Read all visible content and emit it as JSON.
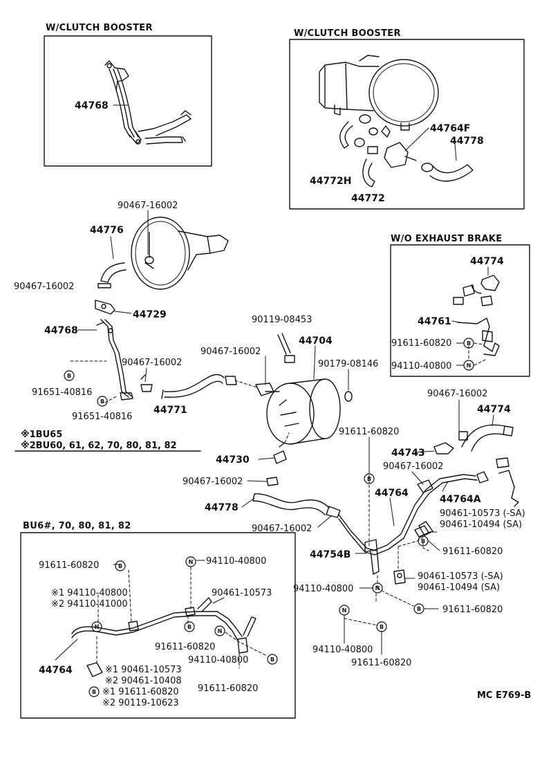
{
  "panels": {
    "tl_title": "W/CLUTCH BOOSTER",
    "tr_title": "W/CLUTCH BOOSTER",
    "wo_title": "W/O EXHAUST BRAKE",
    "bu_title": "BU6#, 70, 80, 81, 82"
  },
  "notes": {
    "n1": "※1BU65",
    "n2": "※2BU60, 61, 62, 70, 80, 81, 82"
  },
  "footer": "MC E769-B",
  "symbols": {
    "b": "B",
    "n": "N"
  },
  "labels": {
    "p44768a": "44768",
    "p44764f": "44764F",
    "p44778a": "44778",
    "p44772h": "44772H",
    "p44772": "44772",
    "p90467a": "90467-16002",
    "p44776": "44776",
    "p90467b": "90467-16002",
    "p44729": "44729",
    "p44768b": "44768",
    "p91651a": "91651-40816",
    "p90467c": "90467-16002",
    "p91651b": "91651-40816",
    "p44771": "44771",
    "p90119a": "90119-08453",
    "p44704": "44704",
    "p90467d": "90467-16002",
    "p90179": "90179-08146",
    "p44774a": "44774",
    "p44761": "44761",
    "p91611a": "91611-60820",
    "p94110a": "94110-40800",
    "p90467e": "90467-16002",
    "p44774b": "44774",
    "p91611b": "91611-60820",
    "p44743": "44743",
    "p90467f": "90467-16002",
    "p44730": "44730",
    "p90467g": "90467-16002",
    "p44764a": "44764",
    "p44764A": "44764A",
    "p44778b": "44778",
    "p90461a": "90461-10573 (-SA)",
    "p90461b": "90461-10494 (SA)",
    "p90467h": "90467-16002",
    "p91611c": "91611-60820",
    "p44754b": "44754B",
    "p90461c": "90461-10573 (-SA)",
    "p90461d": "90461-10494 (SA)",
    "p94110b": "94110-40800",
    "p91611d": "91611-60820",
    "p94110c": "94110-40800",
    "p91611e": "91611-60820",
    "bu_91611a": "91611-60820",
    "bu_94110a": "94110-40800",
    "bu_94110b": "※1 94110-40800",
    "bu_94110c": "※2 94110-41000",
    "bu_90461a": "90461-10573",
    "bu_91611b": "91611-60820",
    "bu_94110d": "94110-40800",
    "bu_44764": "44764",
    "bu_90461b": "※1 90461-10573",
    "bu_90461c": "※2 90461-10408",
    "bu_91611c": "※1 91611-60820",
    "bu_90119": "※2 90119-10623",
    "bu_91611d": "91611-60820"
  }
}
